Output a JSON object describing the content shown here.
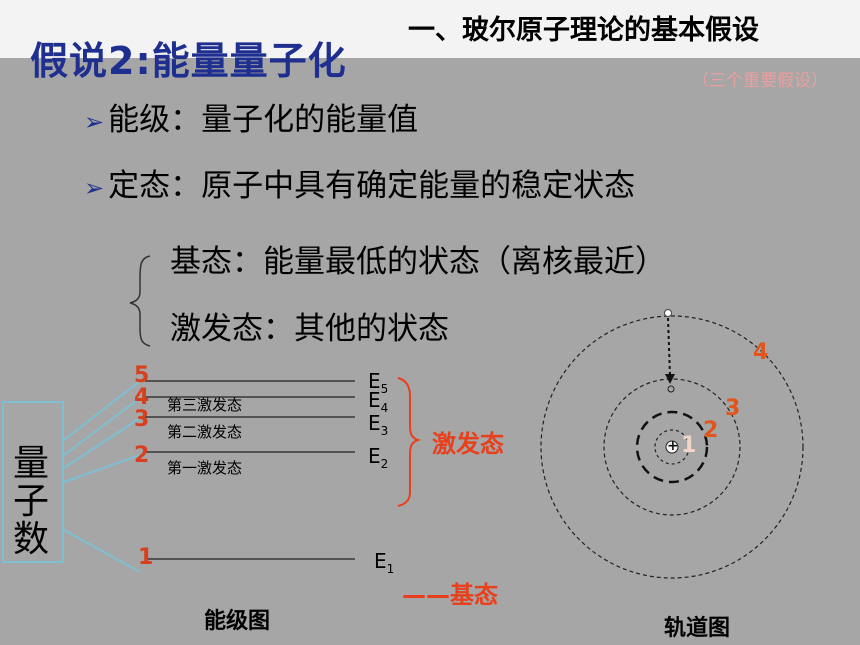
{
  "header": {
    "hypothesis_title": "假说2:能量量子化",
    "section_title": "一、玻尔原子理论的基本假设",
    "section_subtitle": "（三个重要假设）"
  },
  "bullets": [
    {
      "text": "能级：量子化的能量值"
    },
    {
      "text": "定态：原子中具有确定能量的稳定状态"
    }
  ],
  "states": {
    "ground": "基态：能量最低的状态（离核最近）",
    "excited": "激发态：其他的状态"
  },
  "quantum_number_label": "量子数",
  "level_diagram": {
    "caption": "能级图",
    "levels": [
      {
        "n": "5",
        "energy_base": "E",
        "energy_sub": "5",
        "state_label": ""
      },
      {
        "n": "4",
        "energy_base": "E",
        "energy_sub": "4",
        "state_label": "第三激发态"
      },
      {
        "n": "3",
        "energy_base": "E",
        "energy_sub": "3",
        "state_label": "第二激发态"
      },
      {
        "n": "2",
        "energy_base": "E",
        "energy_sub": "2",
        "state_label": "第一激发态"
      },
      {
        "n": "1",
        "energy_base": "E",
        "energy_sub": "1",
        "state_label": ""
      }
    ],
    "excited_label": "激发态",
    "ground_label": "——基态"
  },
  "orbit_diagram": {
    "caption": "轨道图",
    "orbit_numbers": [
      "1",
      "2",
      "3",
      "4"
    ],
    "nucleus_symbol": "+"
  },
  "colors": {
    "background": "#a6a6a6",
    "title_blue": "#1f2f8f",
    "accent_red": "#e8401d",
    "quantum_box_border": "#7fbfd4"
  }
}
